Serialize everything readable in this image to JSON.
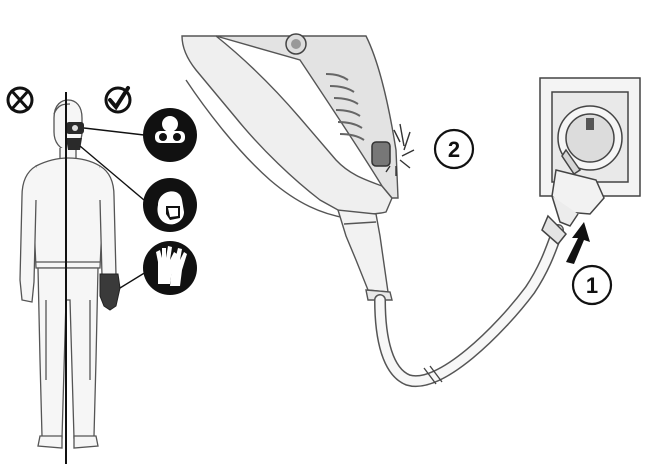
{
  "marks": {
    "forbidden": "✗",
    "allowed": "✓"
  },
  "ppe_icons": [
    {
      "icon": "safety-goggles-icon"
    },
    {
      "icon": "face-mask-icon"
    },
    {
      "icon": "protective-gloves-icon"
    }
  ],
  "steps": [
    {
      "number": "1",
      "action": "plug-in"
    },
    {
      "number": "2",
      "action": "indicator-light"
    }
  ],
  "colors": {
    "ink": "#111111",
    "outline": "#555555",
    "body_fill": "#f4f4f4",
    "device_fill": "#ececec",
    "device_shade": "#cfcfcf",
    "glove": "#3a3a3a"
  }
}
